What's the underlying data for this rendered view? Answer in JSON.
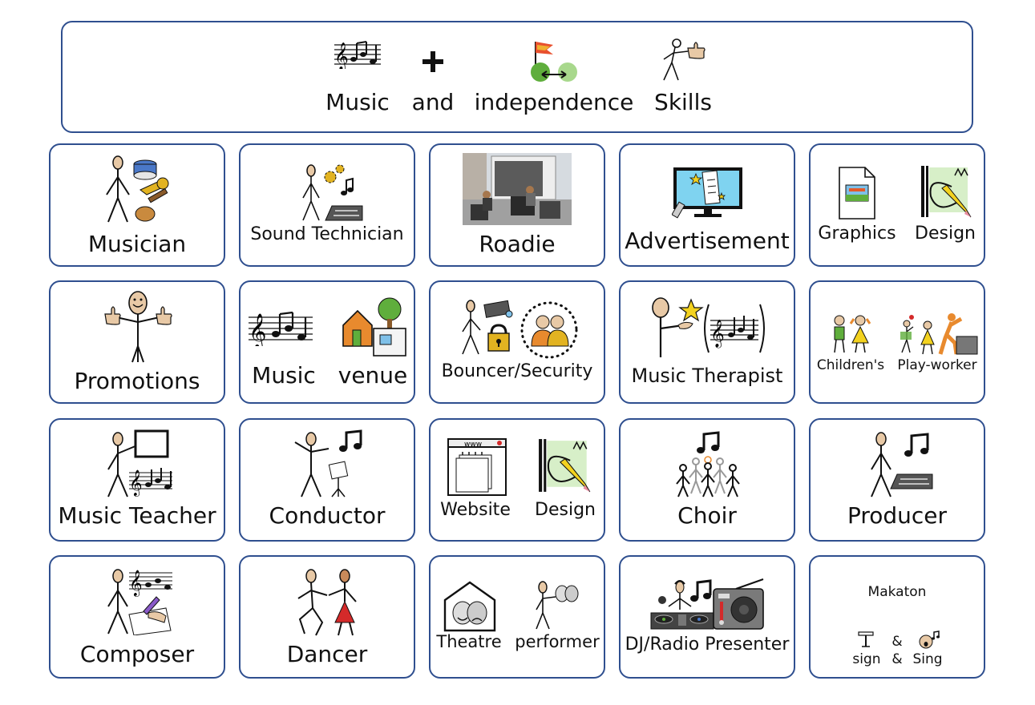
{
  "header": {
    "words": [
      "Music",
      "and",
      "independence",
      "Skills"
    ],
    "icons": [
      "music-notes-icon",
      "plus-icon",
      "independence-icon",
      "thumbs-up-skills-icon"
    ]
  },
  "cards": {
    "musician": "Musician",
    "sound_technician": "Sound Technician",
    "roadie": "Roadie",
    "advertisement": "Advertisement",
    "graphics": "Graphics",
    "graphics_design": "Design",
    "promotions": "Promotions",
    "music_venue_1": "Music",
    "music_venue_2": "venue",
    "bouncer_security": "Bouncer/Security",
    "music_therapist": "Music Therapist",
    "childrens": "Children's",
    "play_worker": "Play-worker",
    "music_teacher": "Music Teacher",
    "conductor": "Conductor",
    "website": "Website",
    "website_design": "Design",
    "choir": "Choir",
    "producer": "Producer",
    "composer": "Composer",
    "dancer": "Dancer",
    "theatre": "Theatre",
    "performer": "performer",
    "dj_radio_presenter": "DJ/Radio Presenter",
    "makaton_title": "Makaton",
    "makaton_amp_top": "&",
    "makaton_sign": "sign",
    "makaton_amp_bottom": "&",
    "makaton_sing": "Sing",
    "website_browser_text": "www"
  },
  "colors": {
    "border": "#2f4f8f",
    "skin": "#e8c9a6",
    "brass": "#e2b321",
    "green": "#5fae3c",
    "orange": "#e88a2e",
    "red": "#d42a2a",
    "grey": "#7a7a7a"
  }
}
